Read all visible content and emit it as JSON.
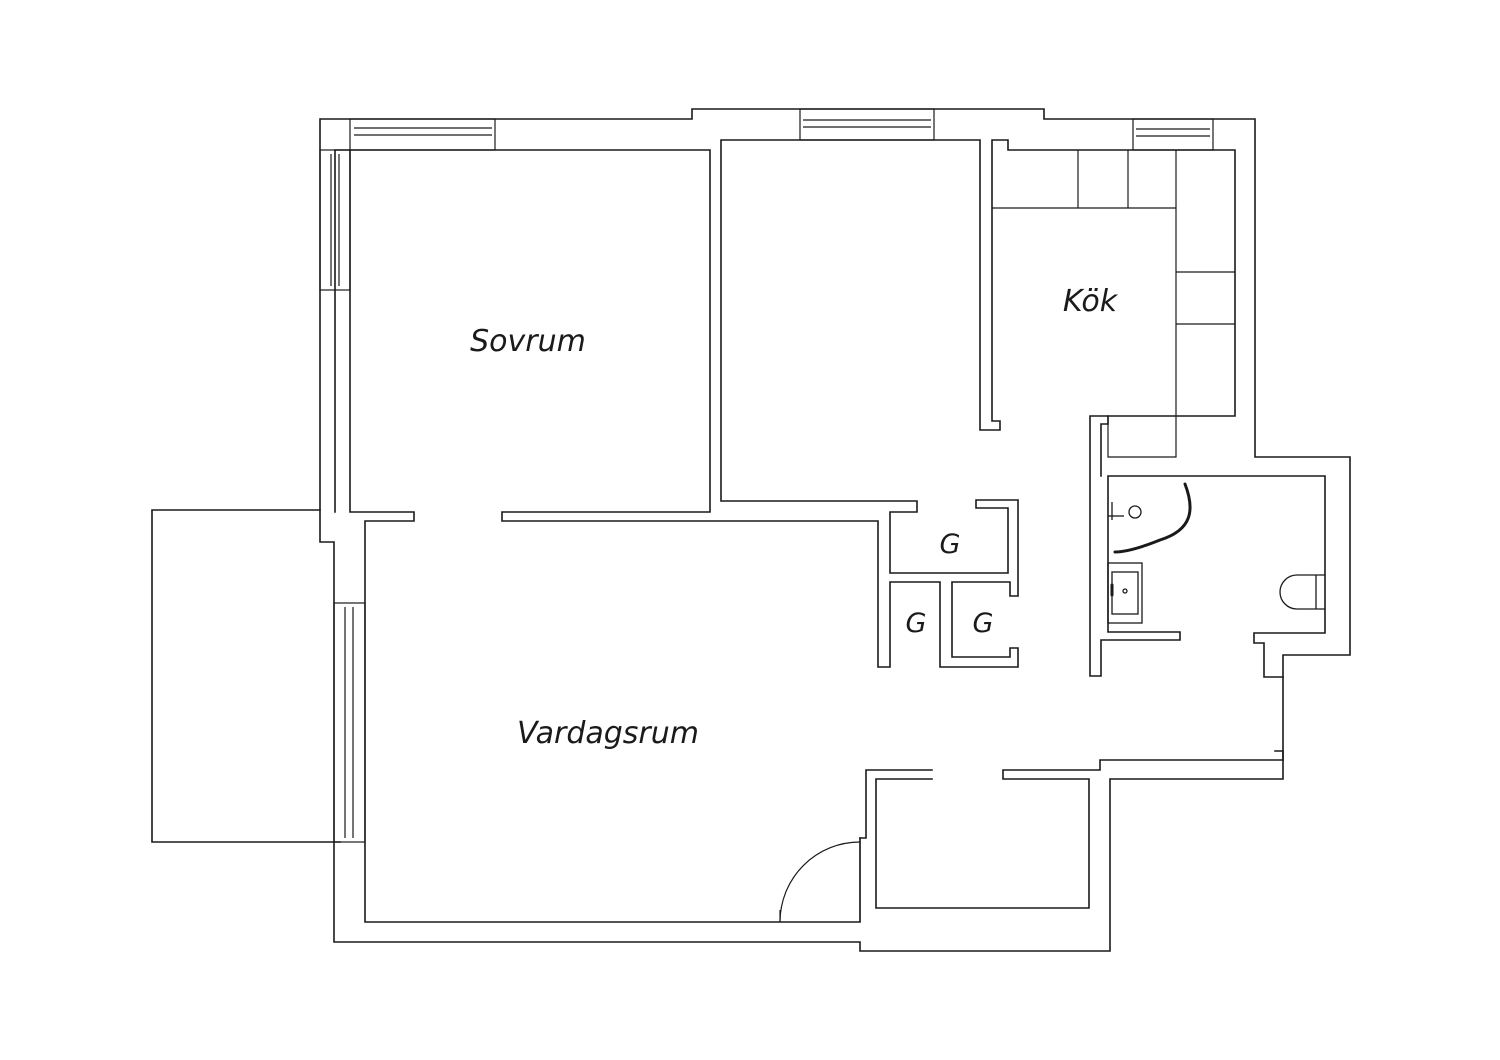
{
  "rooms": {
    "bedroom": "Sovrum",
    "kitchen": "Kök",
    "living_room": "Vardagsrum",
    "closet_1": "G",
    "closet_2": "G",
    "closet_3": "G"
  }
}
